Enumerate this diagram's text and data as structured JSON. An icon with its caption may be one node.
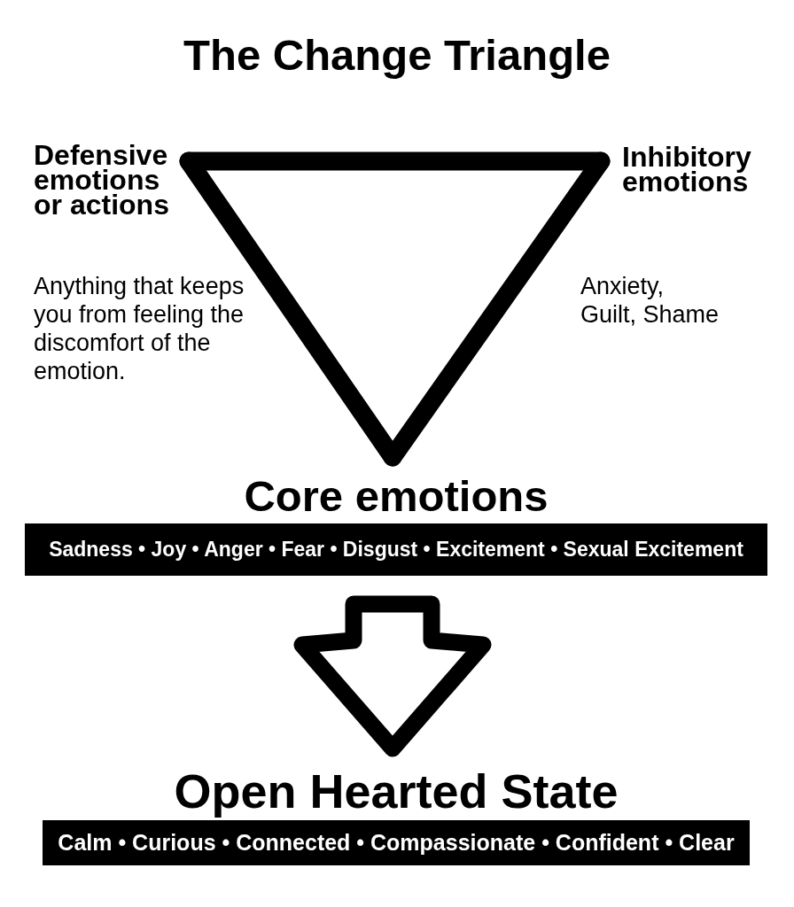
{
  "diagram": {
    "title": "The Change Triangle",
    "nodes": [
      {
        "text": [
          "Defensive emotions or actions"
        ],
        "beside": [
          "Anything that keeps you from feeling the discomfort of the emotion."
        ]
      },
      {
        "text": [
          "Inhibitory emotions"
        ],
        "beside": [
          "Anxiety, Guilt, Shame"
        ]
      },
      {
        "text": [
          "Core emotions",
          "Sadness • Joy • Anger • Fear • Disgust • Excitement • Sexual Excitement"
        ]
      },
      {
        "text": [
          "Open Hearted State",
          "Calm • Curious • Connected • Compassionate • Confident • Clear"
        ]
      }
    ],
    "edges": [
      {
        "from": 0,
        "to": 1,
        "arrow": "none"
      },
      {
        "from": 1,
        "to": 2,
        "arrow": "none"
      },
      {
        "from": 2,
        "to": 0,
        "arrow": "none"
      },
      {
        "from": 2,
        "to": 3,
        "arrow": "to"
      }
    ]
  }
}
